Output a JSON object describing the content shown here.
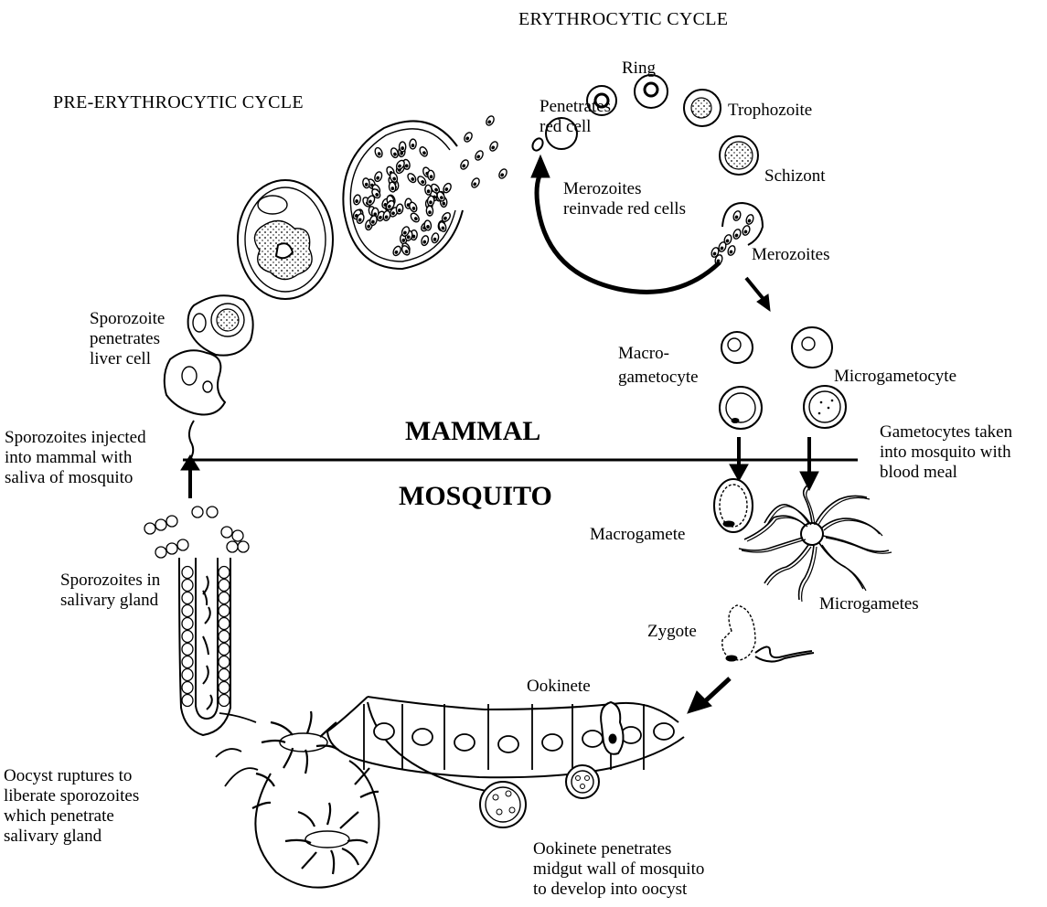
{
  "titles": {
    "erythrocytic": "ERYTHROCYTIC CYCLE",
    "pre_erythrocytic": "PRE-ERYTHROCYTIC CYCLE"
  },
  "hosts": {
    "mammal": "MAMMAL",
    "mosquito": "MOSQUITO"
  },
  "labels": {
    "ring": "Ring",
    "penetrates_red_cell": [
      "Penetrates",
      "red cell"
    ],
    "trophozoite": "Trophozoite",
    "schizont": "Schizont",
    "merozoites_reinvade": [
      "Merozoites",
      "reinvade red cells"
    ],
    "merozoites": "Merozoites",
    "macrogametocyte": [
      "Macro-",
      "gametocyte"
    ],
    "microgametocyte": "Microgametocyte",
    "sporozoite_penetrates_liver": [
      "Sporozoite",
      "penetrates",
      "liver cell"
    ],
    "sporozoites_injected": [
      "Sporozoites injected",
      "into mammal with",
      "saliva of mosquito"
    ],
    "gametocytes_taken": [
      "Gametocytes taken",
      "into mosquito with",
      "blood meal"
    ],
    "macrogamete": "Macrogamete",
    "microgametes": "Microgametes",
    "sporozoites_salivary": [
      "Sporozoites in",
      "salivary gland"
    ],
    "zygote": "Zygote",
    "ookinete": "Ookinete",
    "oocyst_ruptures": [
      "Oocyst ruptures to",
      "liberate sporozoites",
      "which penetrate",
      "salivary gland"
    ],
    "ookinete_penetrates": [
      "Ookinete penetrates",
      "midgut wall of mosquito",
      "to develop into oocyst"
    ]
  }
}
